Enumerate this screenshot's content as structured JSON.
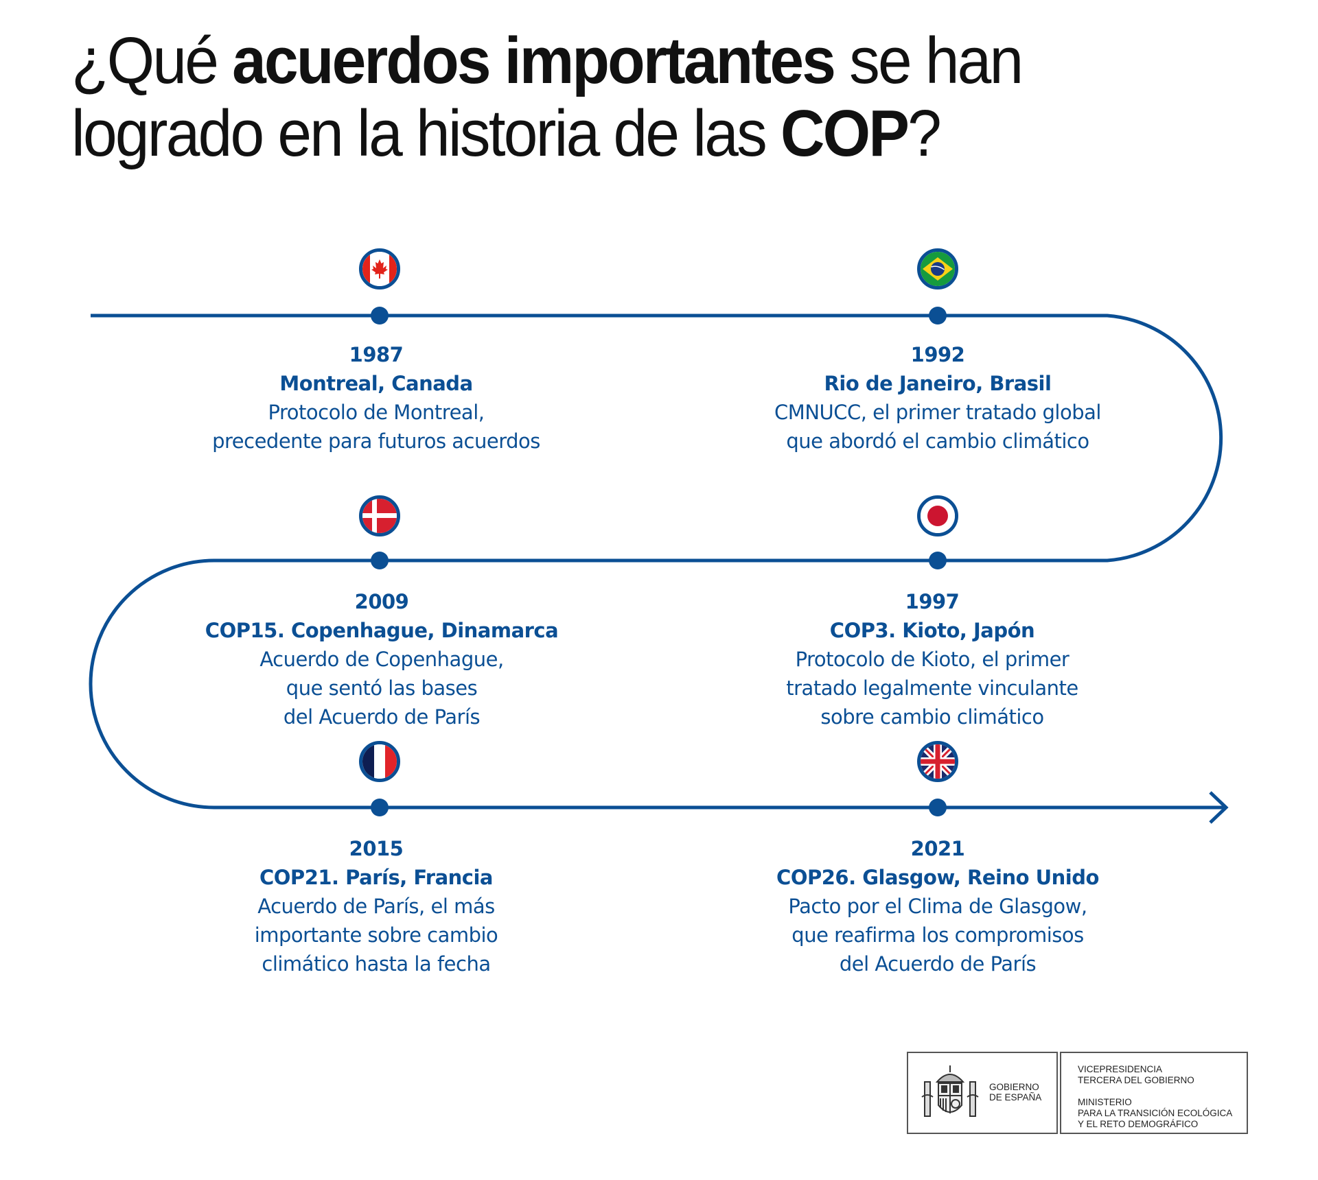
{
  "title": {
    "line1": {
      "pre": "¿Qué ",
      "bold": "acuerdos importantes",
      "post": " se han"
    },
    "line2": {
      "pre": "logrado en la historia de las ",
      "bold": "COP",
      "post": "?"
    }
  },
  "colors": {
    "accent": "#0b4f94",
    "title": "#111111",
    "background": "#ffffff"
  },
  "timeline": {
    "end_icon": "arrow-right-icon",
    "events": [
      {
        "flag": "canada-flag-icon",
        "year": "1987",
        "place": "Montreal, Canada",
        "desc": "Protocolo de Montreal,\nprecedente para futuros acuerdos"
      },
      {
        "flag": "brazil-flag-icon",
        "year": "1992",
        "place": "Rio de Janeiro, Brasil",
        "desc": "CMNUCC, el primer tratado global\nque abordó el cambio climático"
      },
      {
        "flag": "japan-flag-icon",
        "year": "1997",
        "place": "COP3. Kioto, Japón",
        "desc": "Protocolo de Kioto, el primer\ntratado legalmente vinculante\nsobre cambio climático"
      },
      {
        "flag": "denmark-flag-icon",
        "year": "2009",
        "place": "COP15. Copenhague, Dinamarca",
        "desc": "Acuerdo de Copenhague,\nque sentó las bases\ndel Acuerdo de París"
      },
      {
        "flag": "france-flag-icon",
        "year": "2015",
        "place": "COP21. París, Francia",
        "desc": "Acuerdo de París, el más\nimportante sobre cambio\nclimático hasta la fecha"
      },
      {
        "flag": "uk-flag-icon",
        "year": "2021",
        "place": "COP26. Glasgow, Reino Unido",
        "desc": "Pacto por el Clima de Glasgow,\nque reafirma los compromisos\ndel Acuerdo de París"
      }
    ]
  },
  "footer": {
    "gov_line1": "GOBIERNO",
    "gov_line2": "DE ESPAÑA",
    "vice_line1": "VICEPRESIDENCIA",
    "vice_line2": "TERCERA DEL GOBIERNO",
    "min_line1": "MINISTERIO",
    "min_line2": "PARA LA TRANSICIÓN ECOLÓGICA",
    "min_line3": "Y EL RETO DEMOGRÁFICO"
  }
}
